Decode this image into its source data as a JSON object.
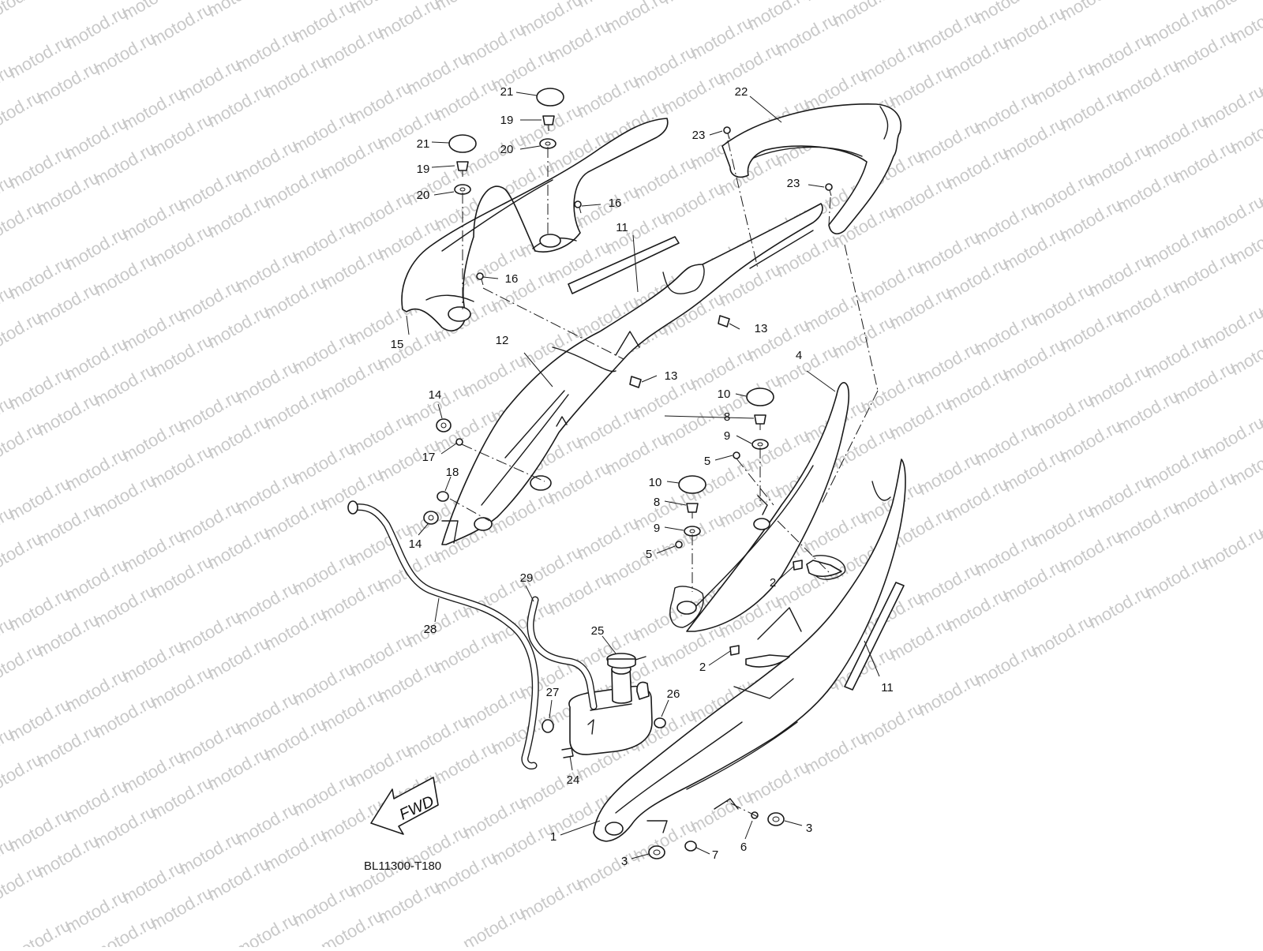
{
  "watermark": {
    "text": "motod.ru",
    "color": "#c9c9c9"
  },
  "diagram": {
    "code": "BL11300-T180",
    "fwd_label": "FWD",
    "callouts": [
      "1",
      "2",
      "2",
      "3",
      "3",
      "4",
      "5",
      "5",
      "6",
      "7",
      "8",
      "8",
      "9",
      "9",
      "10",
      "10",
      "11",
      "11",
      "12",
      "13",
      "13",
      "14",
      "14",
      "15",
      "16",
      "16",
      "17",
      "18",
      "19",
      "19",
      "20",
      "20",
      "21",
      "21",
      "22",
      "23",
      "23",
      "24",
      "25",
      "26",
      "27",
      "28",
      "29"
    ]
  }
}
